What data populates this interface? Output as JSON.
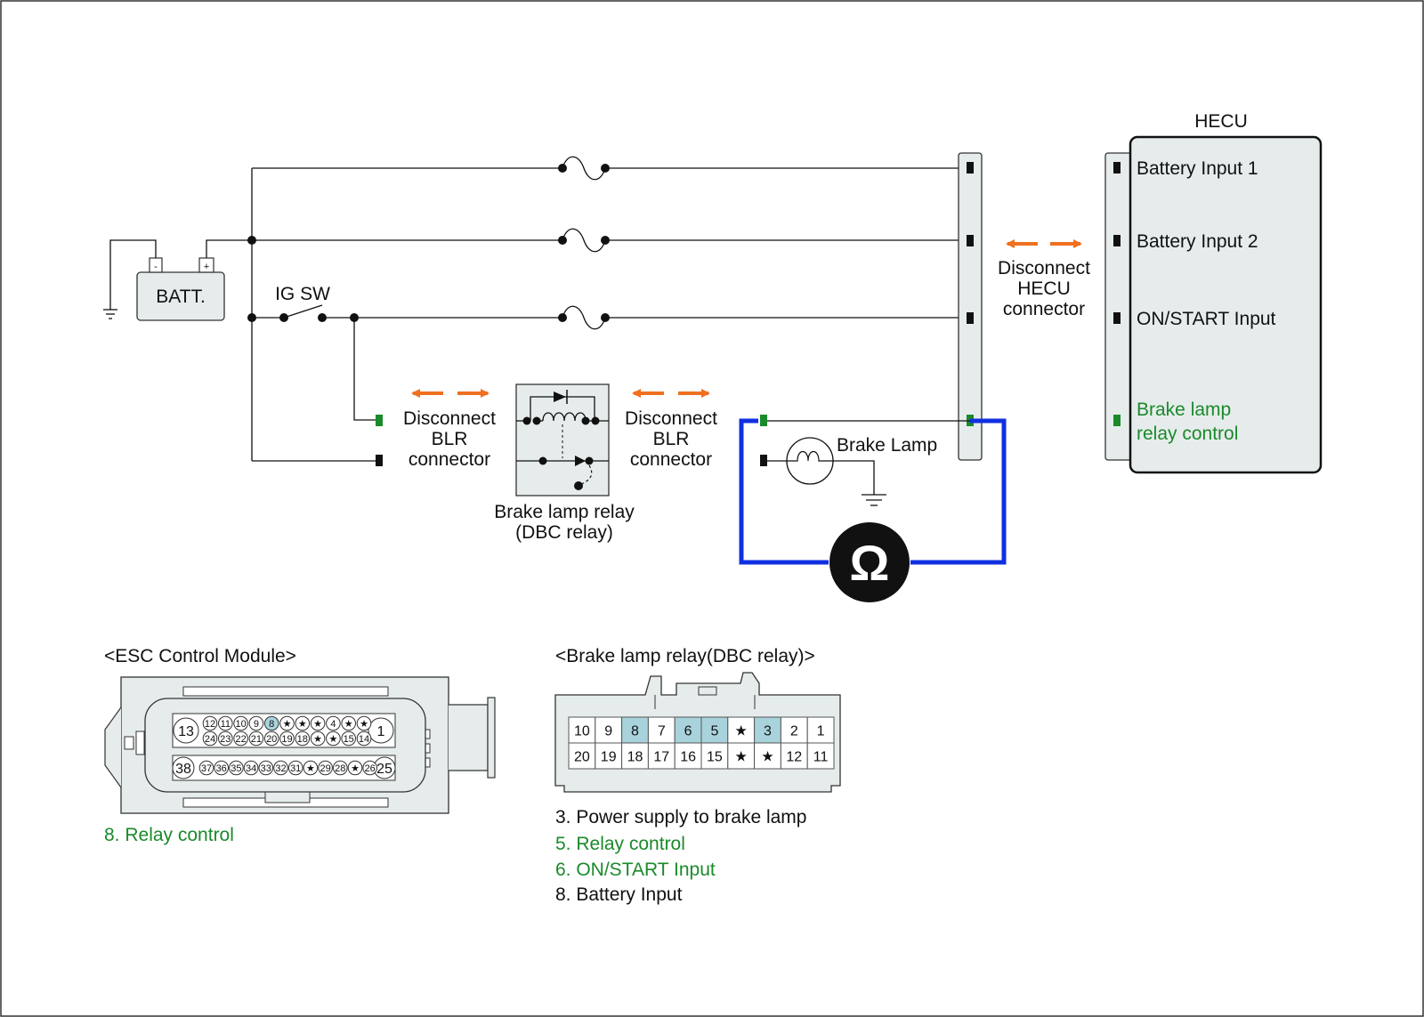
{
  "labels": {
    "batt": "BATT.",
    "batt_minus": "-",
    "batt_plus": "+",
    "ig_sw": "IG SW",
    "hecu_title": "HECU",
    "hecu_inputs": [
      "Battery Input 1",
      "Battery Input 2",
      "ON/START Input",
      "Brake lamp",
      "relay control"
    ],
    "disconnect_hecu": [
      "Disconnect",
      "HECU",
      "connector"
    ],
    "disconnect_blr": [
      "Disconnect",
      "BLR",
      "connector"
    ],
    "brake_lamp": "Brake Lamp",
    "relay_caption": [
      "Brake lamp relay",
      "(DBC relay)"
    ],
    "ohm": "Ω"
  },
  "esc_module": {
    "title": "<ESC Control Module>",
    "big_pins": [
      "13",
      "1",
      "38",
      "25"
    ],
    "row1": [
      "12",
      "11",
      "10",
      "9",
      "8",
      "★",
      "★",
      "★",
      "4",
      "★",
      "★"
    ],
    "row2": [
      "24",
      "23",
      "22",
      "21",
      "20",
      "19",
      "18",
      "★",
      "★",
      "15",
      "14"
    ],
    "row3": [
      "37",
      "36",
      "35",
      "34",
      "33",
      "32",
      "31",
      "★",
      "29",
      "28",
      "★",
      "26"
    ],
    "note": "8. Relay control"
  },
  "dbc_relay": {
    "title": "<Brake lamp relay(DBC relay)>",
    "row1": [
      "10",
      "9",
      "8",
      "7",
      "6",
      "5",
      "★",
      "3",
      "2",
      "1"
    ],
    "row2": [
      "20",
      "19",
      "18",
      "17",
      "16",
      "15",
      "★",
      "★",
      "12",
      "11"
    ],
    "highlighted": [
      "8",
      "6",
      "5",
      "3"
    ],
    "notes": [
      "3. Power supply to brake lamp",
      "5. Relay control",
      "6. ON/START Input",
      "8. Battery Input"
    ]
  },
  "colors": {
    "arrow": "#f07020",
    "measure_wire": "#1030e0",
    "green_text": "#1a8a2a",
    "green_pin": "#1a8a2a",
    "pin_highlight": "#a9d3dc",
    "box_fill": "#e6ecec"
  }
}
